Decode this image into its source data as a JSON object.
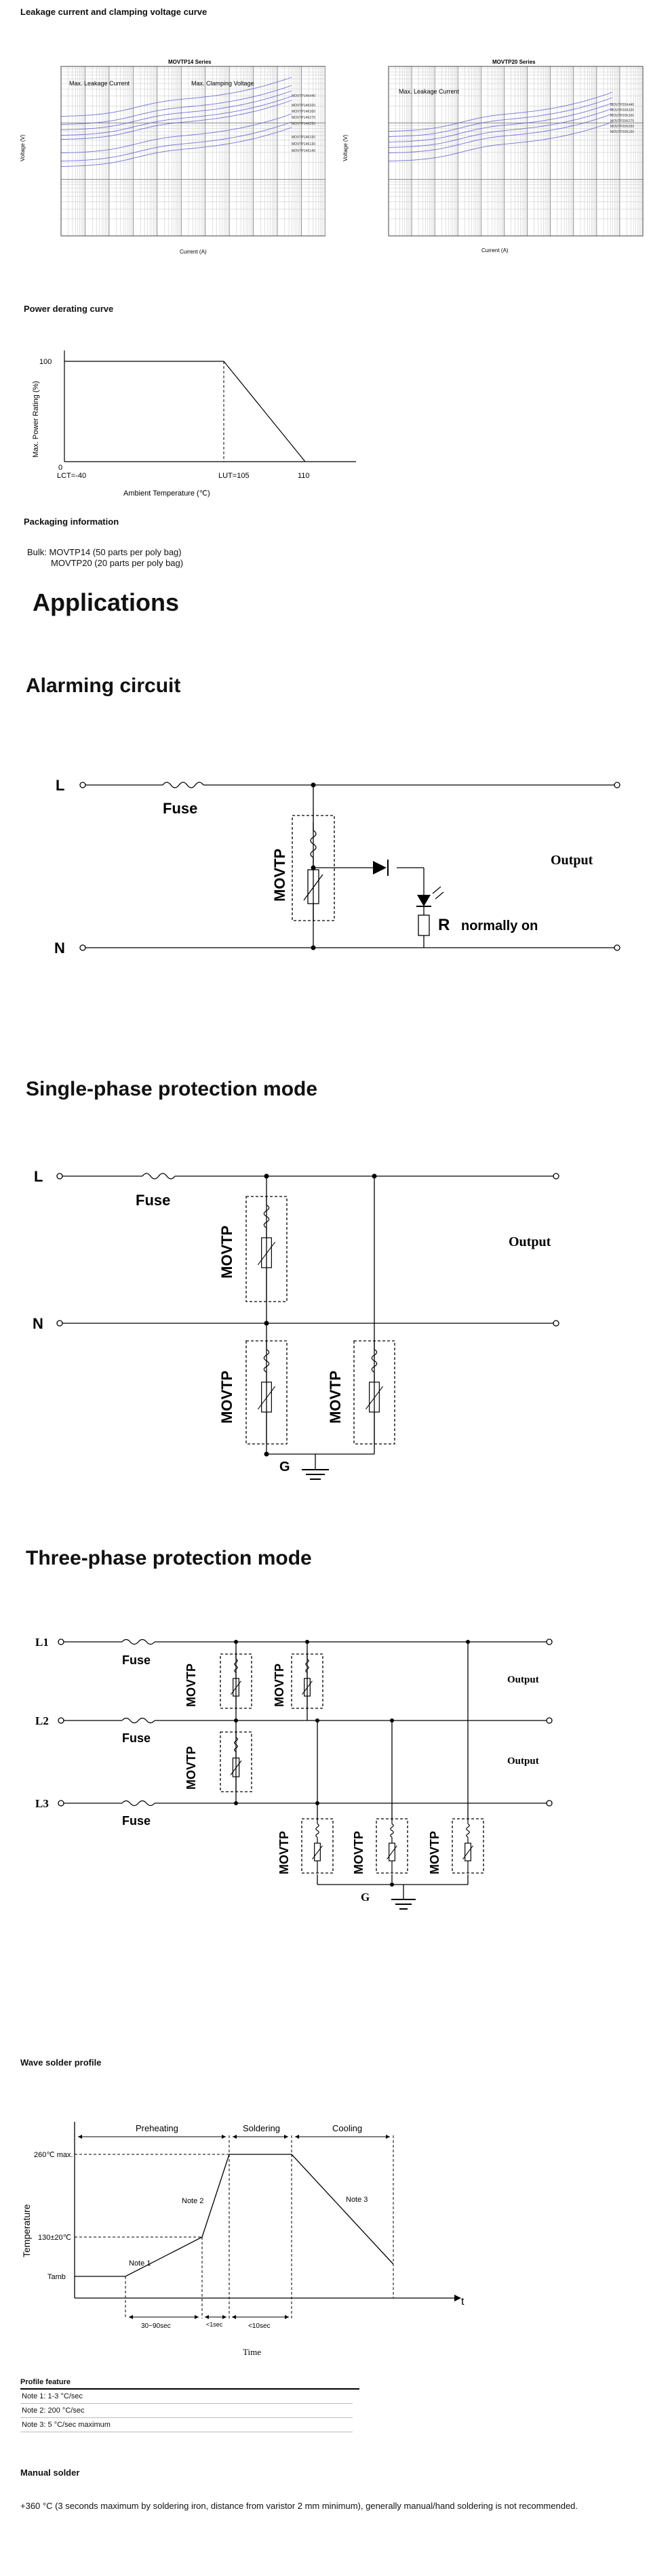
{
  "sections": {
    "leakage_title": "Leakage current and clamping voltage curve",
    "derating_title": "Power derating curve",
    "packaging_title": "Packaging information",
    "packaging_line1": "Bulk: MOVTP14 (50 parts per poly bag)",
    "packaging_line2": "MOVTP20 (20 parts per poly bag)",
    "applications_title": "Applications",
    "alarming_title": "Alarming circuit",
    "single_title": "Single-phase protection mode",
    "three_title": "Three-phase protection mode",
    "wave_title": "Wave solder profile",
    "profile_feature_title": "Profile feature",
    "profile_notes": [
      "Note 1: 1-3 °C/sec",
      "Note 2: 200 °C/sec",
      "Note 3: 5 °C/sec maximum"
    ],
    "manual_title": "Manual solder",
    "manual_text": "+360 °C (3 seconds maximum by soldering iron, distance from varistor 2 mm minimum), generally manual/hand soldering is not recommended."
  },
  "leakage_charts": {
    "left": {
      "title": "MOVTP14 Series",
      "label_leak": "Max. Leakage Current",
      "label_clamp": "Max. Clamping Voltage",
      "xlabel": "Current (A)",
      "ylabel": "Voltage (V)"
    },
    "right": {
      "title": "MOVTP20 Series",
      "label_leak": "Max. Leakage Current",
      "xlabel": "Current (A)",
      "ylabel": "Voltage (V)"
    }
  },
  "chart_data": [
    {
      "type": "line",
      "title": "",
      "xlabel": "Ambient Temperature (℃)",
      "ylabel": "Max. Power Rating (%)",
      "x_tick_labels": [
        "LCT=-40",
        "LUT=105",
        "110"
      ],
      "y_tick_labels": [
        "100",
        "0"
      ],
      "x": [
        -40,
        105,
        110
      ],
      "series": [
        {
          "values": [
            100,
            100,
            0
          ]
        }
      ],
      "xlim": [
        -40,
        110
      ],
      "ylim": [
        0,
        100
      ]
    },
    {
      "type": "line",
      "title": "",
      "xlabel": "Time",
      "ylabel": "Temperature",
      "stage_labels": [
        "Preheating",
        "Soldering",
        "Cooling"
      ],
      "y_tick_labels": [
        "260℃ max.",
        "130±20℃",
        "Tamb"
      ],
      "duration_labels": [
        "30~90sec",
        "<1sec",
        "<10sec"
      ],
      "annotations": [
        "Note 1",
        "Note 2",
        "Note 3"
      ],
      "axis_end_label": "t"
    }
  ],
  "alarming": {
    "L": "L",
    "N": "N",
    "fuse": "Fuse",
    "movtp": "MOVTP",
    "output": "Output",
    "R": "R",
    "normally_on": "normally on"
  },
  "single": {
    "L": "L",
    "N": "N",
    "G": "G",
    "fuse": "Fuse",
    "movtp": "MOVTP",
    "output": "Output"
  },
  "three": {
    "L1": "L1",
    "L2": "L2",
    "L3": "L3",
    "G": "G",
    "fuse": "Fuse",
    "movtp": "MOVTP",
    "output": "Output"
  }
}
